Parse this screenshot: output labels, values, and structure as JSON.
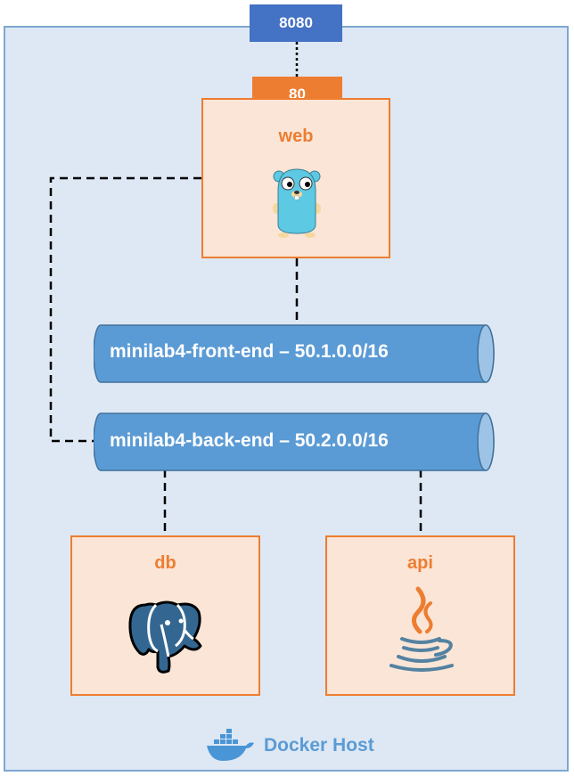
{
  "ports": {
    "host_port": "8080",
    "container_port": "80"
  },
  "containers": {
    "web": "web",
    "db": "db",
    "api": "api"
  },
  "networks": {
    "front_end": "minilab4-front-end – 50.1.0.0/16",
    "back_end": "minilab4-back-end – 50.2.0.0/16"
  },
  "host": {
    "label": "Docker Host"
  },
  "icons": {
    "web": "go-gopher-icon",
    "db": "postgresql-elephant-icon",
    "api": "java-cup-icon",
    "host": "docker-whale-icon"
  },
  "colors": {
    "host_bg": "#dde8f4",
    "port_outer": "#4472c4",
    "port_inner": "#ed7d31",
    "container_bg": "#fbe5d6",
    "container_border": "#ed7d31",
    "network": "#5b9bd5",
    "host_label": "#5b9bd5"
  }
}
